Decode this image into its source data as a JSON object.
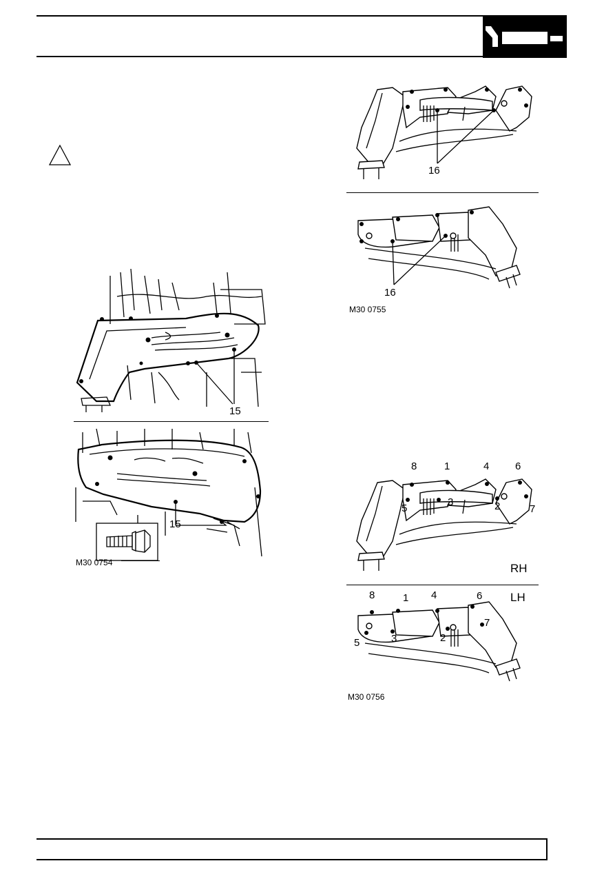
{
  "header": {
    "logo_icon": "section-tab-icon"
  },
  "warning": {
    "icon": "warning-triangle-icon"
  },
  "figures": {
    "fig1": {
      "id": "M30 0754",
      "callout_top": "15",
      "callout_bottom": "15",
      "inset_icon": "flange-bolt-icon"
    },
    "fig2": {
      "id": "M30 0755",
      "callout_top": "16",
      "callout_bottom": "16"
    },
    "fig3": {
      "id": "M30 0756",
      "rh": {
        "label": "RH",
        "numbers": [
          "8",
          "1",
          "4",
          "6",
          "5",
          "3",
          "2",
          "7"
        ]
      },
      "lh": {
        "label": "LH",
        "numbers": [
          "8",
          "1",
          "4",
          "6",
          "5",
          "3",
          "2",
          "7"
        ]
      }
    }
  },
  "colors": {
    "ink": "#000000",
    "paper": "#ffffff"
  }
}
